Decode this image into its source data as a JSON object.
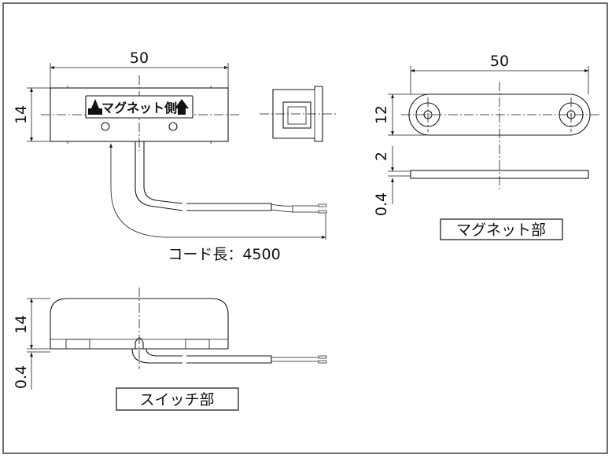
{
  "dims": {
    "top_width": "50",
    "top_height": "14",
    "magnet_width": "50",
    "magnet_height": "12",
    "magnet_thickness_top": "2",
    "magnet_thickness_bottom": "0.4",
    "switch_height": "14",
    "switch_gap": "0.4"
  },
  "cord_label": "コード長：4500",
  "sticker_text": "マグネット側",
  "labels": {
    "magnet_part": "マグネット部",
    "switch_part": "スイッチ部"
  },
  "colors": {
    "line": "#1a1a1a",
    "background": "#ffffff"
  }
}
